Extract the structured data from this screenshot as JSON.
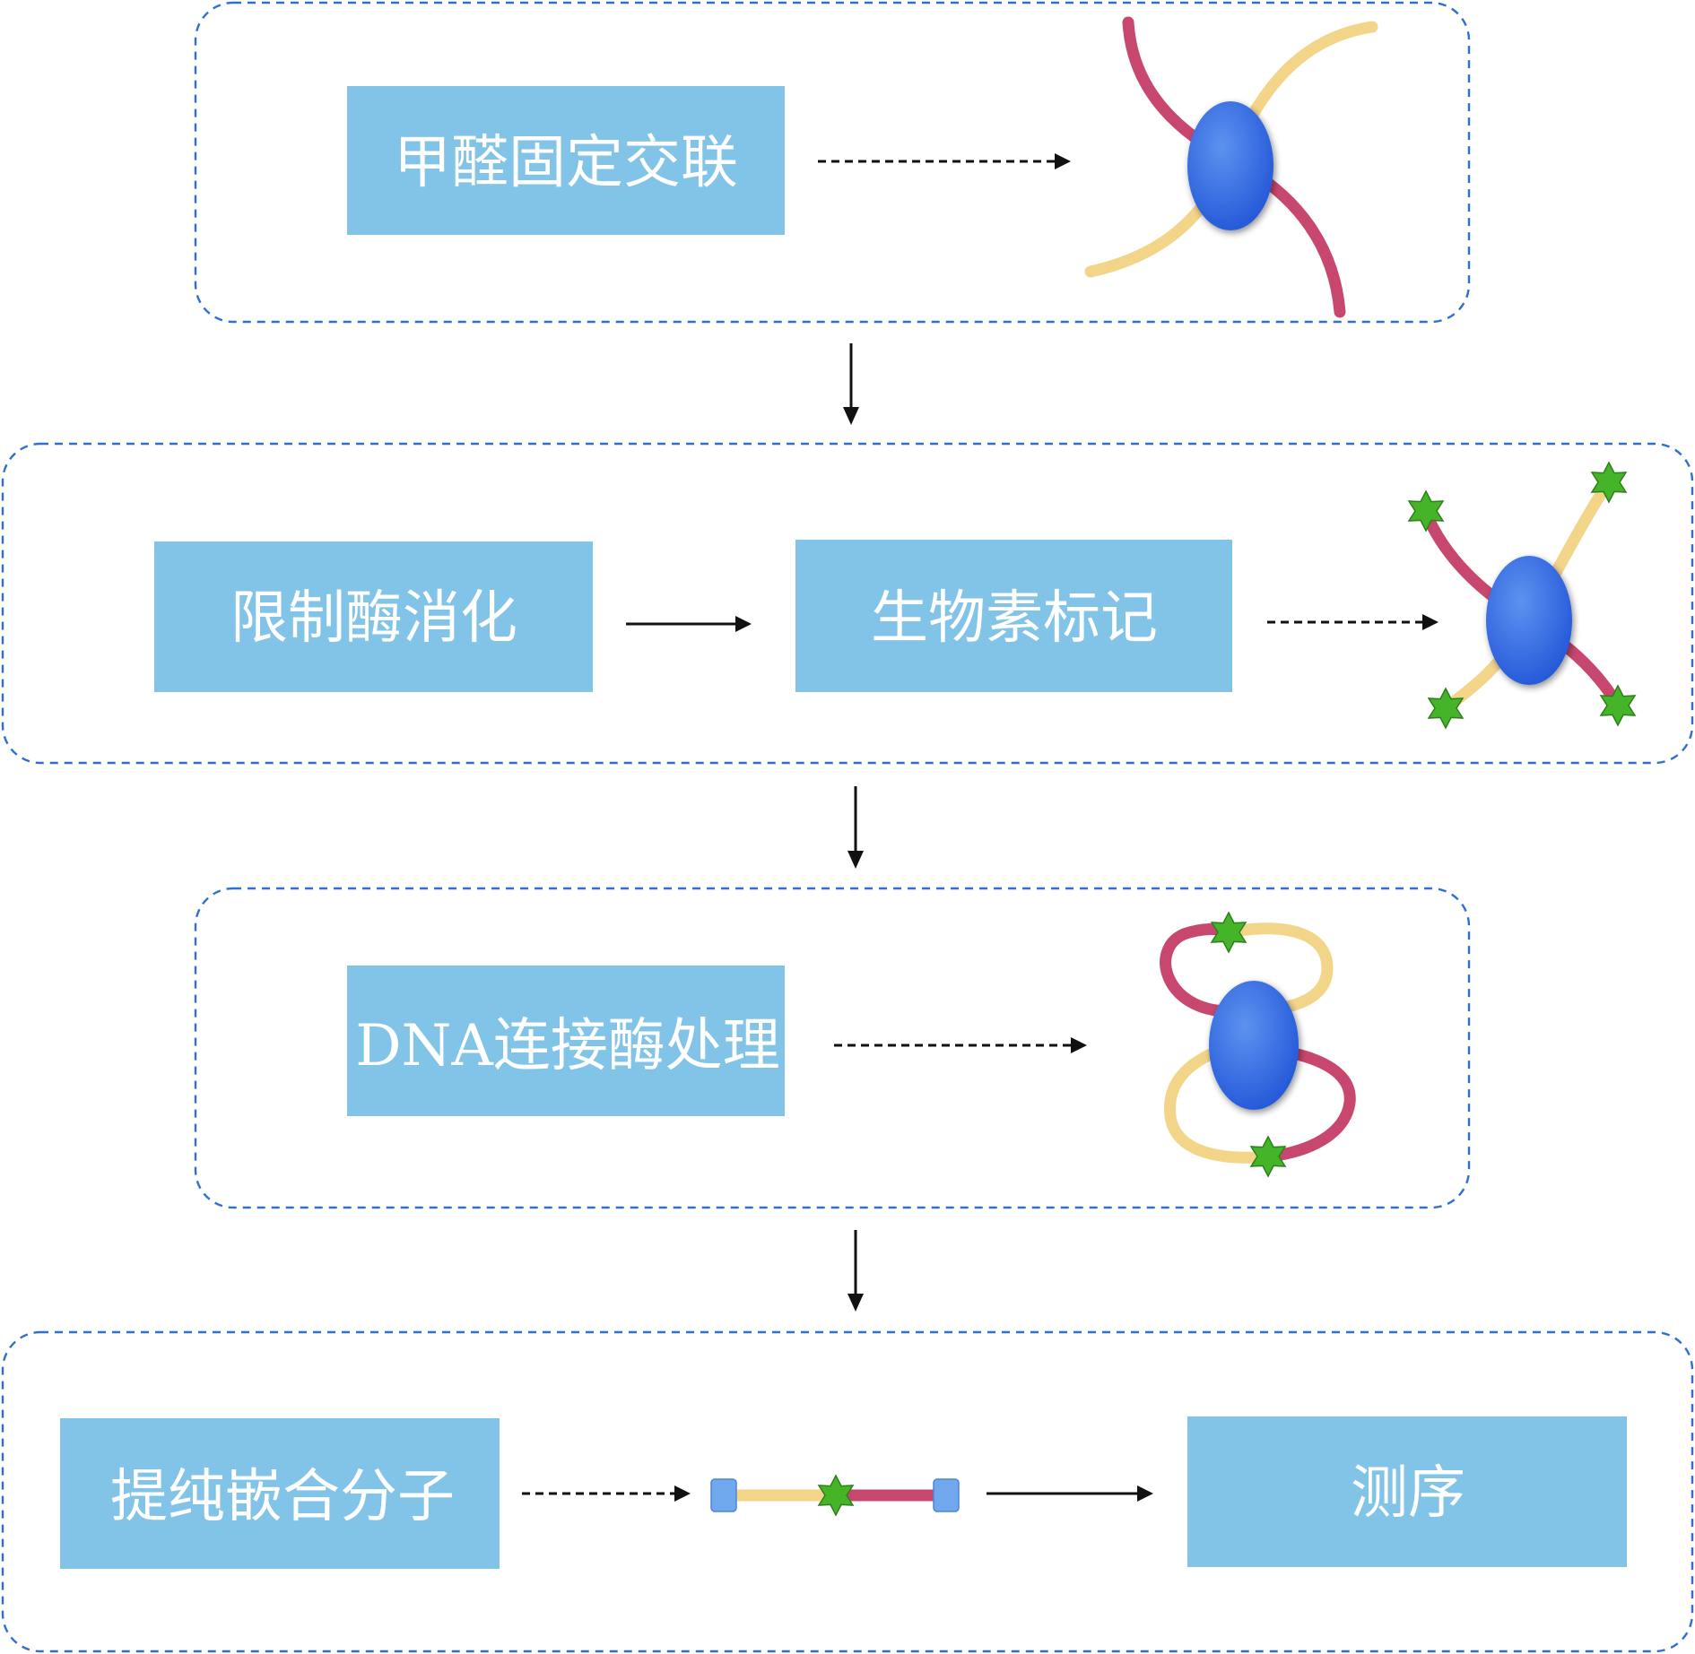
{
  "steps": {
    "formaldehyde_crosslink": "甲醛固定交联",
    "restriction_digest": "限制酶消化",
    "biotin_label": "生物素标记",
    "dna_ligase": "DNA连接酶处理",
    "purify_chimera": "提纯嵌合分子",
    "sequencing": "测序"
  },
  "colors": {
    "step_fill": "#82c3e8",
    "stage_border": "#2f6fcf",
    "dna_red": "#c8476e",
    "dna_yellow": "#f3d58a",
    "protein": "#2f6fe0",
    "biotin_star": "#46b429"
  },
  "icons": {
    "protein": "blue-ellipse-protein",
    "dna_strand": "curved-dna-strand",
    "biotin": "green-star-biotin"
  }
}
